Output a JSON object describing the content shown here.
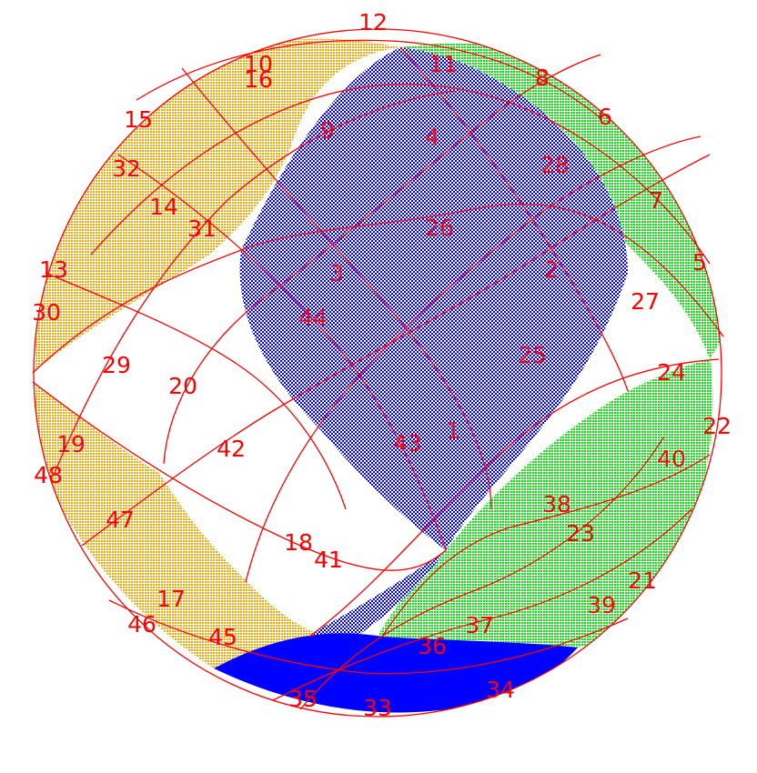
{
  "colors": {
    "background": "#ffffff",
    "edge": "#ff0000",
    "label": "#ff0000",
    "orange": "#ffa500",
    "green": "#00ee00",
    "blue": "#0000ff"
  },
  "regions": [
    {
      "id": "orange-band-top",
      "color": "orange",
      "pattern": "dense"
    },
    {
      "id": "orange-band-bottom",
      "color": "orange",
      "pattern": "dense"
    },
    {
      "id": "green-band-right",
      "color": "green",
      "pattern": "dense"
    },
    {
      "id": "green-band-lower",
      "color": "green",
      "pattern": "dense"
    },
    {
      "id": "blue-lens",
      "color": "blue",
      "pattern": "dotted"
    },
    {
      "id": "blue-cap-bottom",
      "color": "blue",
      "pattern": "solid"
    }
  ],
  "face_labels": [
    {
      "text": "1"
    },
    {
      "text": "2"
    },
    {
      "text": "3"
    },
    {
      "text": "4"
    },
    {
      "text": "5"
    },
    {
      "text": "6"
    },
    {
      "text": "7"
    },
    {
      "text": "8"
    },
    {
      "text": "9"
    },
    {
      "text": "10"
    },
    {
      "text": "11"
    },
    {
      "text": "12"
    },
    {
      "text": "13"
    },
    {
      "text": "14"
    },
    {
      "text": "15"
    },
    {
      "text": "16"
    },
    {
      "text": "17"
    },
    {
      "text": "18"
    },
    {
      "text": "19"
    },
    {
      "text": "20"
    },
    {
      "text": "21"
    },
    {
      "text": "22"
    },
    {
      "text": "23"
    },
    {
      "text": "24"
    },
    {
      "text": "25"
    },
    {
      "text": "26"
    },
    {
      "text": "27"
    },
    {
      "text": "28"
    },
    {
      "text": "29"
    },
    {
      "text": "30"
    },
    {
      "text": "31"
    },
    {
      "text": "32"
    },
    {
      "text": "33"
    },
    {
      "text": "34"
    },
    {
      "text": "35"
    },
    {
      "text": "36"
    },
    {
      "text": "37"
    },
    {
      "text": "38"
    },
    {
      "text": "39"
    },
    {
      "text": "40"
    },
    {
      "text": "41"
    },
    {
      "text": "42"
    },
    {
      "text": "43"
    },
    {
      "text": "44"
    },
    {
      "text": "45"
    },
    {
      "text": "46"
    },
    {
      "text": "47"
    },
    {
      "text": "48"
    }
  ]
}
